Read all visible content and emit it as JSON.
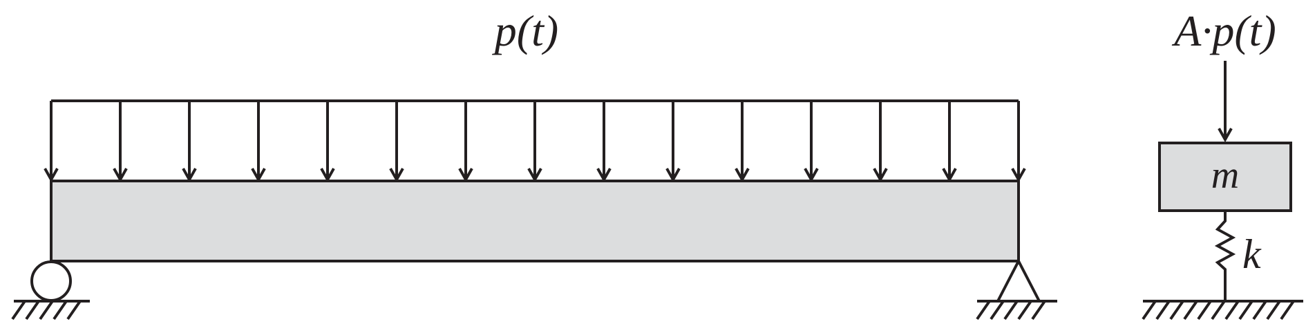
{
  "labels": {
    "beam_load": "p(t)",
    "sdof_force": "A·p(t)",
    "mass": "m",
    "spring": "k"
  },
  "colors": {
    "ink": "#231f20",
    "member_fill": "#dcddde",
    "background": "#ffffff"
  },
  "load_arrow_count": 15
}
